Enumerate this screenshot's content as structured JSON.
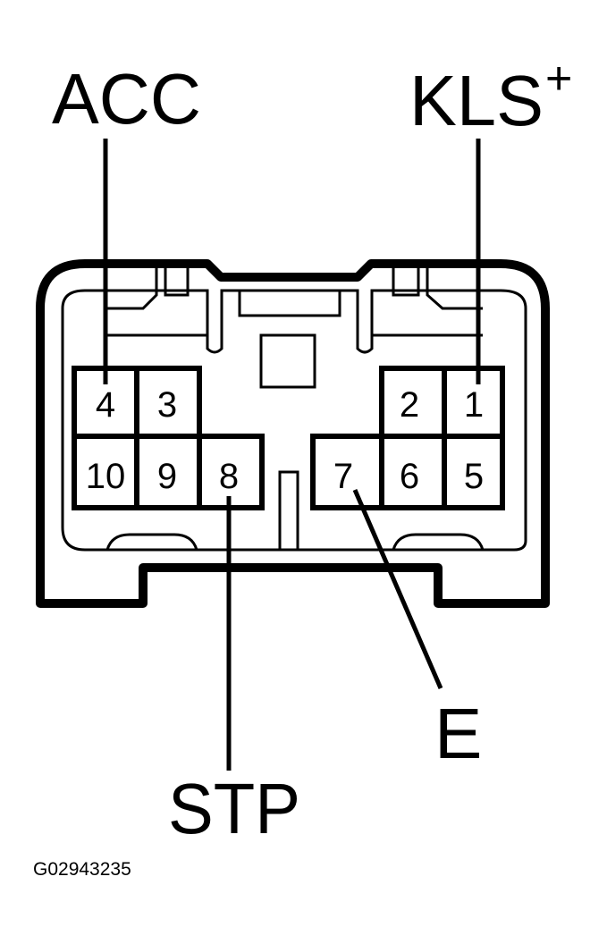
{
  "labels": {
    "acc": "ACC",
    "kls": "KLS",
    "kls_sup": "+",
    "stp": "STP",
    "e": "E"
  },
  "pins": {
    "p1": "1",
    "p2": "2",
    "p3": "3",
    "p4": "4",
    "p5": "5",
    "p6": "6",
    "p7": "7",
    "p8": "8",
    "p9": "9",
    "p10": "10"
  },
  "figure_id": "G02943235"
}
